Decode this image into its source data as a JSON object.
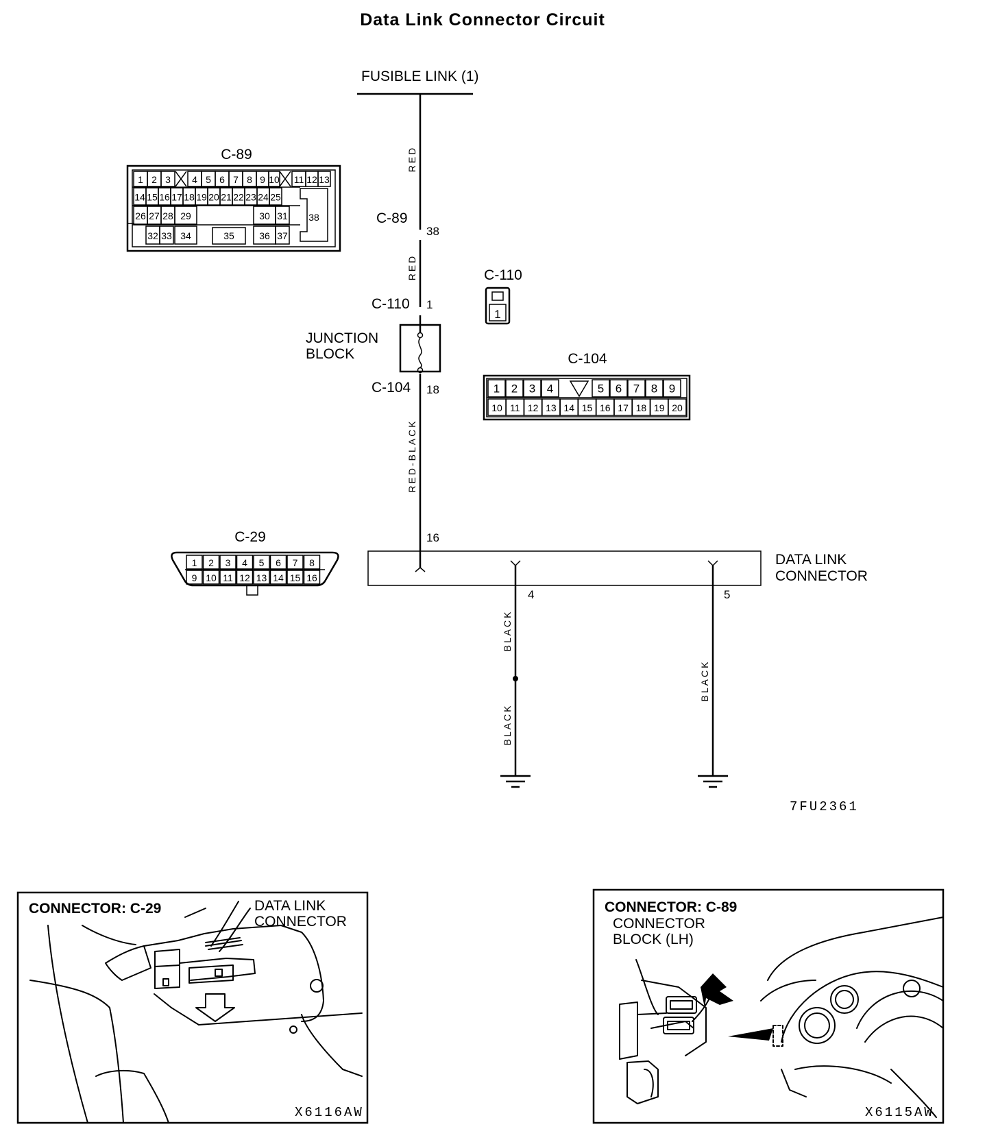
{
  "title": "Data Link Connector Circuit",
  "circuit": {
    "fusible_link": "FUSIBLE LINK (1)",
    "wire_red_top": "RED",
    "wire_red_mid": "RED",
    "wire_red_black": "RED-BLACK",
    "wire_black_a_upper": "BLACK",
    "wire_black_a_lower": "BLACK",
    "wire_black_b": "BLACK",
    "c89_label": "C-89",
    "c89_pin": "38",
    "c110_label": "C-110",
    "c110_pin": "1",
    "junction_block_line1": "JUNCTION",
    "junction_block_line2": "BLOCK",
    "c104_label": "C-104",
    "c104_pin": "18",
    "dlc_pin_top": "16",
    "dlc_pin_a": "4",
    "dlc_pin_b": "5",
    "dlc_line1": "DATA LINK",
    "dlc_line2": "CONNECTOR",
    "diagram_code": "7FU2361"
  },
  "connectors": {
    "c89": {
      "label": "C-89",
      "row1": [
        "1",
        "2",
        "3",
        "4",
        "5",
        "6",
        "7",
        "8",
        "9",
        "10",
        "11",
        "12",
        "13"
      ],
      "row2": [
        "14",
        "15",
        "16",
        "17",
        "18",
        "19",
        "20",
        "21",
        "22",
        "23",
        "24",
        "25"
      ],
      "row3": [
        "26",
        "27",
        "28",
        "29",
        "30",
        "31"
      ],
      "row4": [
        "32",
        "33",
        "34",
        "35",
        "36",
        "37"
      ],
      "big": "38"
    },
    "c110": {
      "label": "C-110",
      "pin": "1"
    },
    "c104": {
      "label": "C-104",
      "row1": [
        "1",
        "2",
        "3",
        "4",
        "5",
        "6",
        "7",
        "8",
        "9"
      ],
      "row2": [
        "10",
        "11",
        "12",
        "13",
        "14",
        "15",
        "16",
        "17",
        "18",
        "19",
        "20"
      ]
    },
    "c29": {
      "label": "C-29",
      "row1": [
        "1",
        "2",
        "3",
        "4",
        "5",
        "6",
        "7",
        "8"
      ],
      "row2": [
        "9",
        "10",
        "11",
        "12",
        "13",
        "14",
        "15",
        "16"
      ]
    }
  },
  "locator_left": {
    "header": "CONNECTOR: C-29",
    "note_line1": "DATA LINK",
    "note_line2": "CONNECTOR",
    "code": "X6116AW"
  },
  "locator_right": {
    "header": "CONNECTOR: C-89",
    "note_line1": "CONNECTOR",
    "note_line2": "BLOCK (LH)",
    "code": "X6115AW"
  }
}
